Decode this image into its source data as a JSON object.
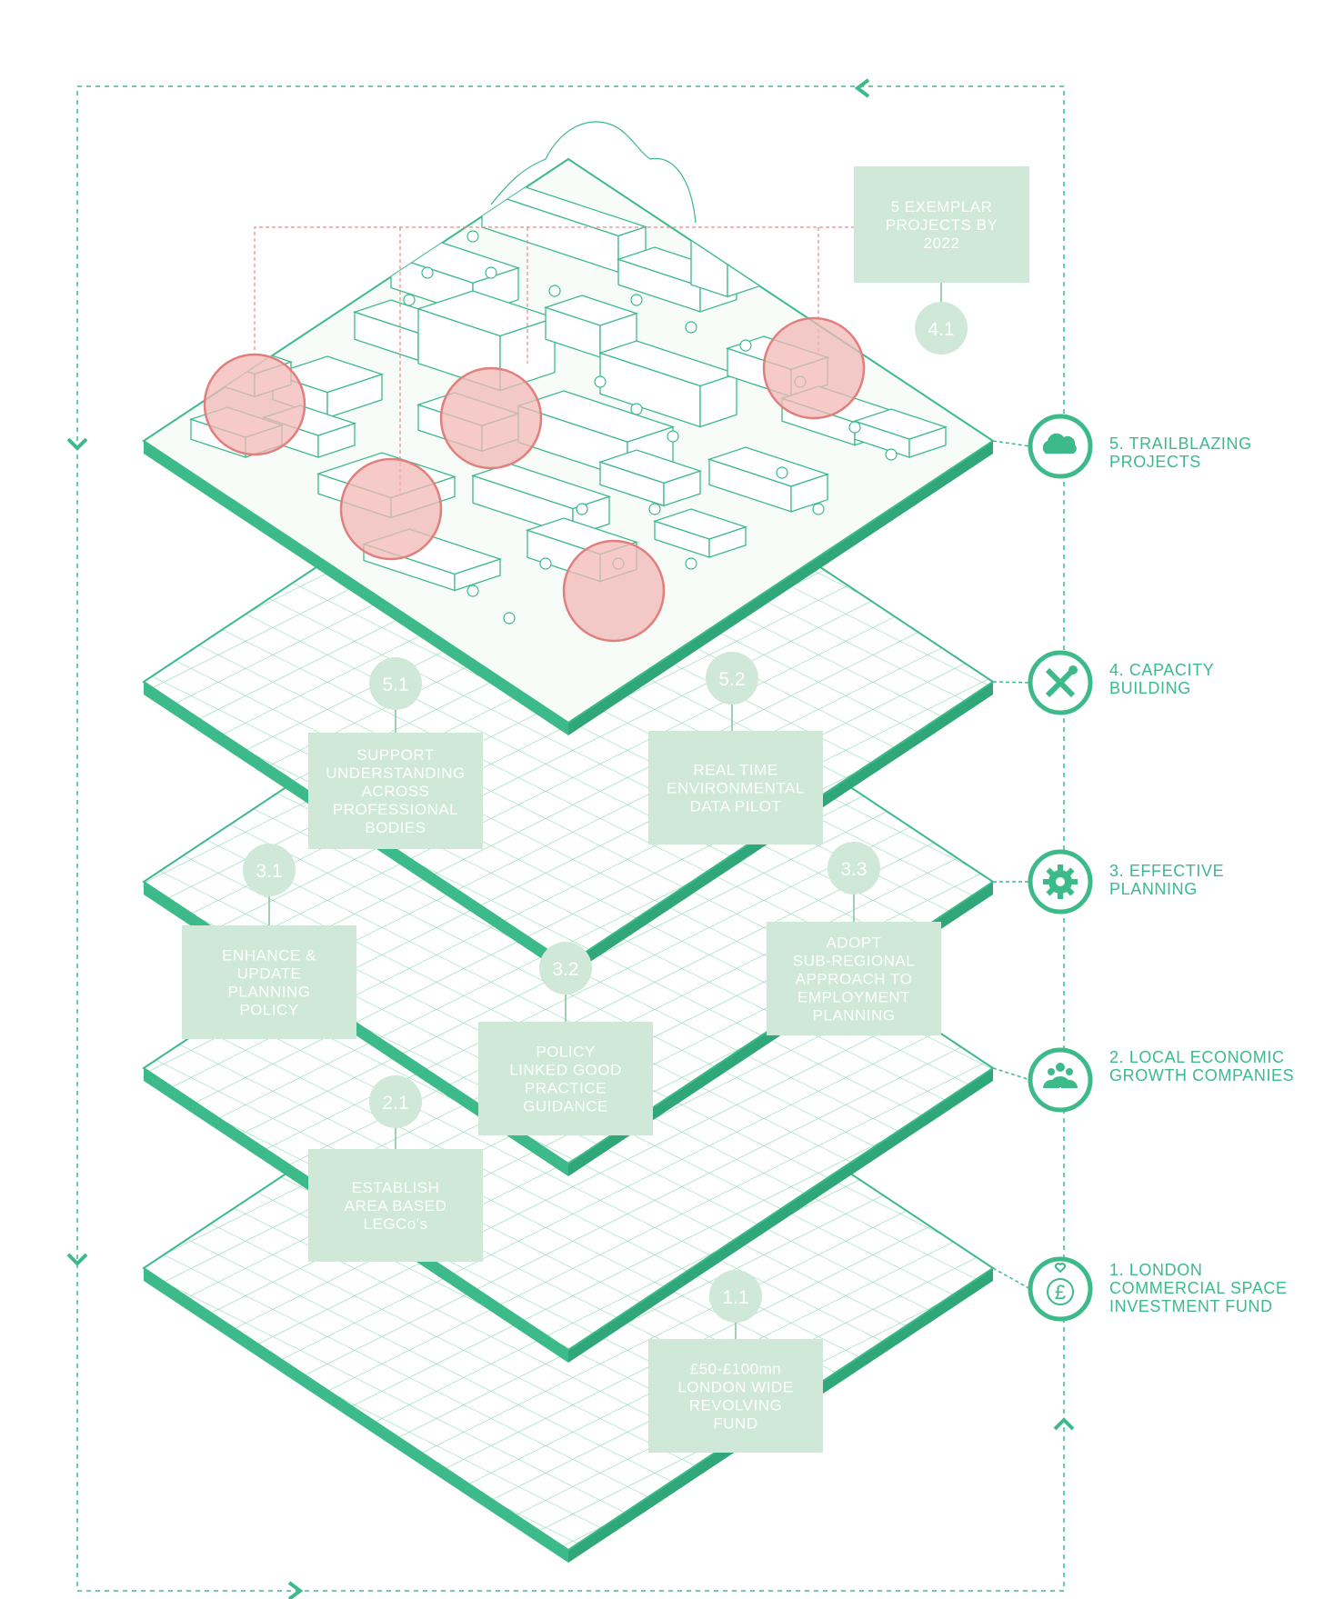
{
  "colors": {
    "primary": "#3dba8a",
    "box_fill": "#cfe8d8",
    "grid_line": "#8fd8b8",
    "highlight": "#f2b8b6",
    "highlight_stroke": "#e07f7c",
    "dashed_red": "#e88a8a"
  },
  "layers": [
    {
      "id": "1",
      "title_lines": [
        "1. LONDON",
        "COMMERCIAL SPACE",
        "INVESTMENT FUND"
      ],
      "icon": "pound-heart-icon"
    },
    {
      "id": "2",
      "title_lines": [
        "2. LOCAL ECONOMIC",
        "GROWTH COMPANIES"
      ],
      "icon": "people-group-icon"
    },
    {
      "id": "3",
      "title_lines": [
        "3. EFFECTIVE",
        "PLANNING"
      ],
      "icon": "gear-icon"
    },
    {
      "id": "4",
      "title_lines": [
        "4. CAPACITY",
        "BUILDING"
      ],
      "icon": "tools-icon"
    },
    {
      "id": "5",
      "title_lines": [
        "5. TRAILBLAZING",
        "PROJECTS"
      ],
      "icon": "cloud-icon"
    }
  ],
  "actions": [
    {
      "badge": "1.1",
      "lines": [
        "£50-£100mn",
        "LONDON WIDE",
        "REVOLVING",
        "FUND"
      ]
    },
    {
      "badge": "2.1",
      "lines": [
        "ESTABLISH",
        "AREA BASED",
        "LEGCo's"
      ]
    },
    {
      "badge": "3.1",
      "lines": [
        "ENHANCE &",
        "UPDATE",
        "PLANNING",
        "POLICY"
      ]
    },
    {
      "badge": "3.2",
      "lines": [
        "POLICY",
        "LINKED GOOD",
        "PRACTICE",
        "GUIDANCE"
      ]
    },
    {
      "badge": "3.3",
      "lines": [
        "ADOPT",
        "SUB-REGIONAL",
        "APPROACH TO",
        "EMPLOYMENT",
        "PLANNING"
      ]
    },
    {
      "badge": "5.1",
      "lines": [
        "SUPPORT",
        "UNDERSTANDING",
        "ACROSS",
        "PROFESSIONAL",
        "BODIES"
      ]
    },
    {
      "badge": "5.2",
      "lines": [
        "REAL TIME",
        "ENVIRONMENTAL",
        "DATA PILOT"
      ]
    },
    {
      "badge": "4.1",
      "lines": [
        "5 EXEMPLAR",
        "PROJECTS BY",
        "2022"
      ]
    }
  ]
}
